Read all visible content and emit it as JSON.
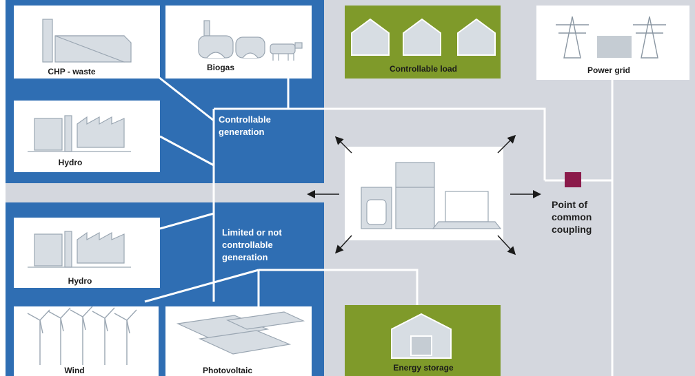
{
  "colors": {
    "blue": "#2f6eb3",
    "gray": "#d4d7de",
    "green": "#7f9a2a",
    "white": "#ffffff",
    "coupling": "#8b1a4a"
  },
  "sources": {
    "chp_waste": "CHP - waste",
    "biogas": "Biogas",
    "hydro_controllable": "Hydro",
    "hydro_limited": "Hydro",
    "wind": "Wind",
    "photovoltaic": "Photovoltaic"
  },
  "groups": {
    "controllable_line1": "Controllable",
    "controllable_line2": "generation",
    "limited_line1": "Limited or not",
    "limited_line2": "controllable",
    "limited_line3": "generation"
  },
  "loads": {
    "controllable_load": "Controllable load",
    "energy_storage": "Energy storage",
    "power_grid": "Power grid"
  },
  "coupling": {
    "line1": "Point of",
    "line2": "common",
    "line3": "coupling"
  },
  "icons": [
    "factory-icon",
    "biogas-plant-icon",
    "cow-icon",
    "dam-icon",
    "wind-turbine-icon",
    "solar-panel-icon",
    "house-icon",
    "pylon-icon",
    "washing-machine-icon",
    "refrigerator-icon",
    "laptop-icon",
    "arrow-icon"
  ]
}
